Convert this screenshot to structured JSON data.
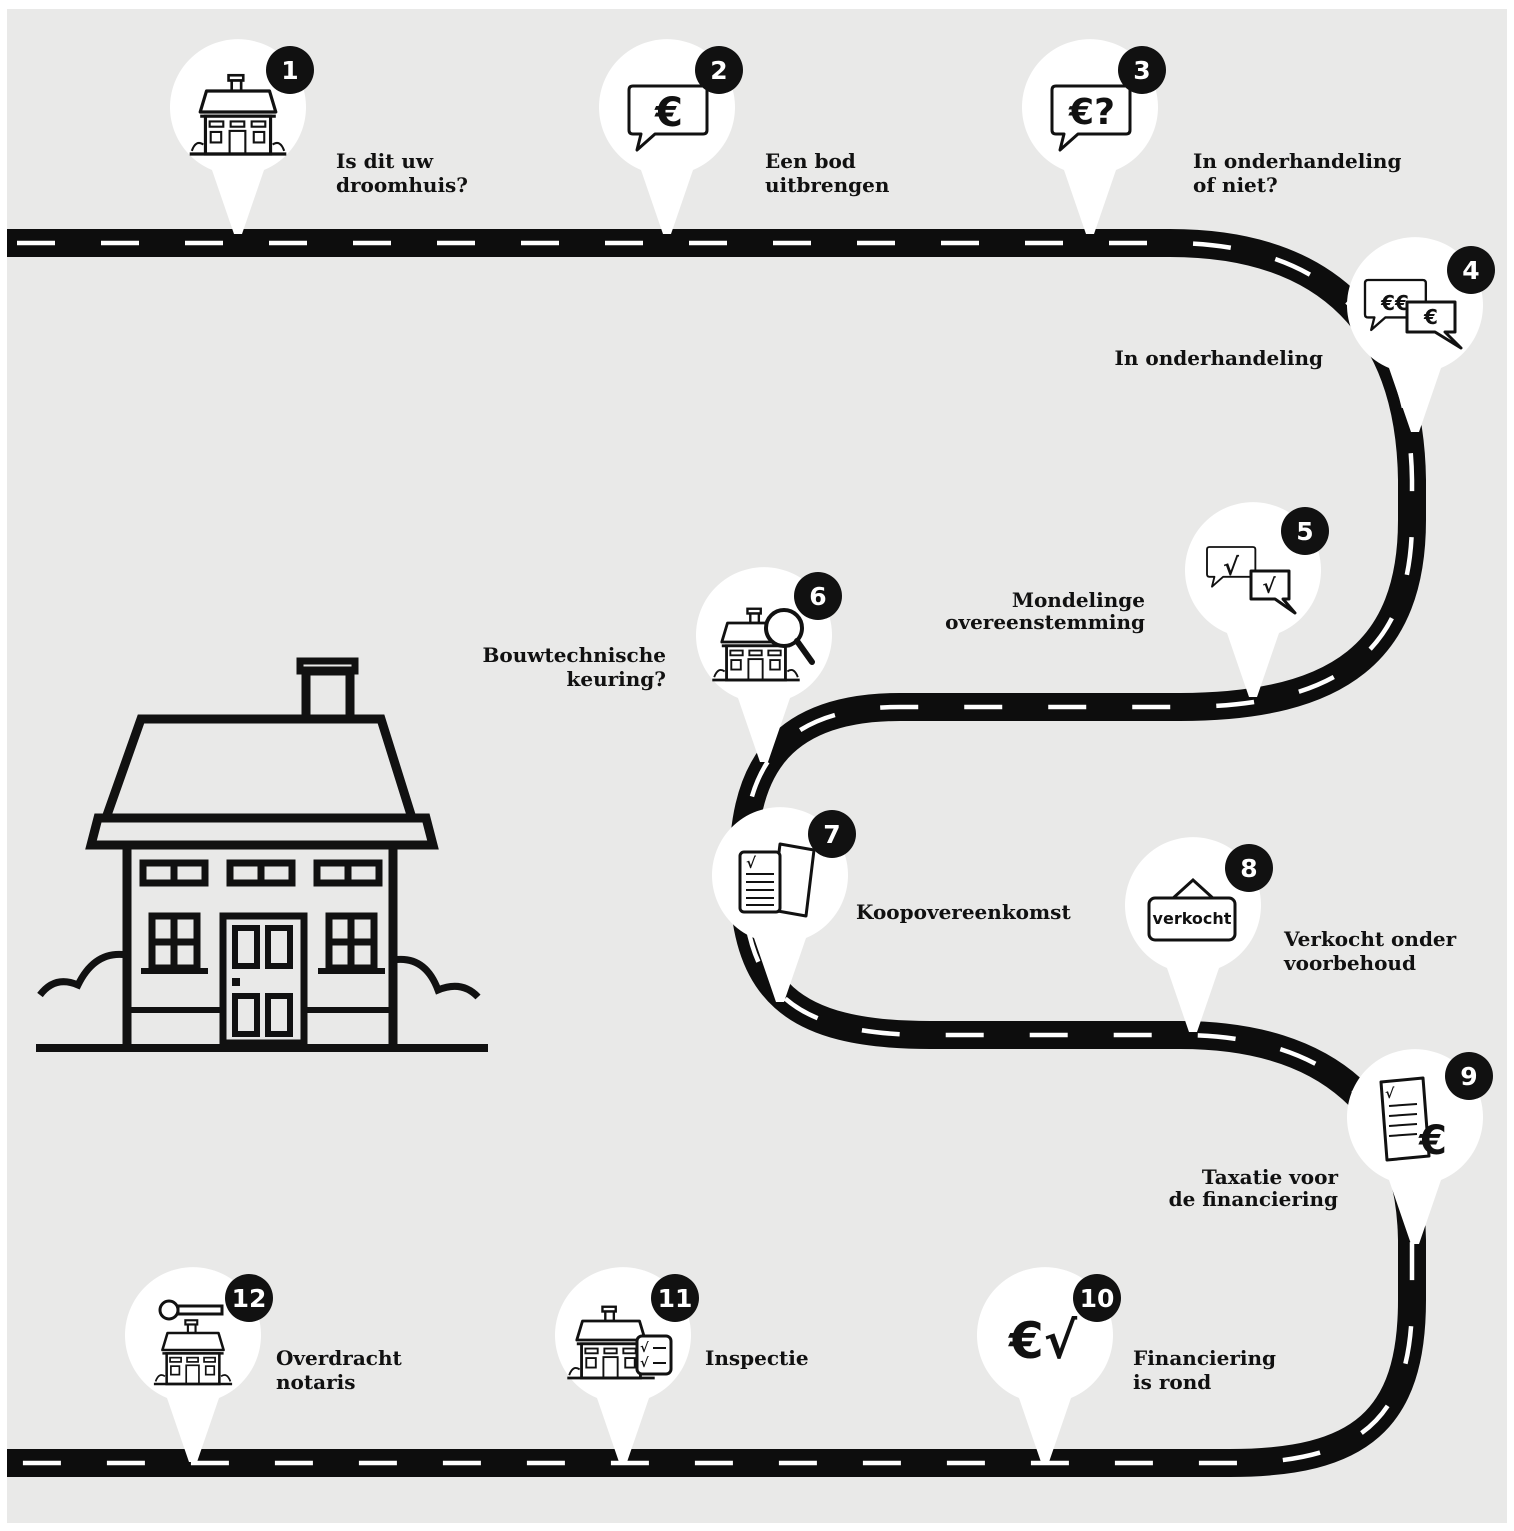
{
  "colors": {
    "background": "#e9e9e8",
    "road": "#0d0d0d",
    "road_dash": "#ffffff",
    "pin": "#ffffff",
    "badge": "#111111",
    "text": "#111111"
  },
  "steps": [
    {
      "number": "1",
      "lines": [
        "Is dit uw",
        "droomhuis?"
      ],
      "icon": "house-icon"
    },
    {
      "number": "2",
      "lines": [
        "Een bod",
        "uitbrengen"
      ],
      "icon": "euro-speech-bubble-icon"
    },
    {
      "number": "3",
      "lines": [
        "In onderhandeling",
        "of niet?"
      ],
      "icon": "euro-question-speech-bubble-icon"
    },
    {
      "number": "4",
      "lines": [
        "In onderhandeling"
      ],
      "icon": "euro-dialogue-bubbles-icon"
    },
    {
      "number": "5",
      "lines": [
        "Mondelinge",
        "overeenstemming"
      ],
      "icon": "checkmark-dialogue-bubbles-icon"
    },
    {
      "number": "6",
      "lines": [
        "Bouwtechnische",
        "keuring?"
      ],
      "icon": "house-magnifier-icon"
    },
    {
      "number": "7",
      "lines": [
        "Koopovereenkomst"
      ],
      "icon": "signed-documents-icon"
    },
    {
      "number": "8",
      "lines": [
        "Verkocht onder",
        "voorbehoud"
      ],
      "icon": "verkocht-sign-icon",
      "sign_text": "verkocht"
    },
    {
      "number": "9",
      "lines": [
        "Taxatie voor",
        "de financiering"
      ],
      "icon": "valuation-document-euro-icon"
    },
    {
      "number": "10",
      "lines": [
        "Financiering",
        "is rond"
      ],
      "icon": "euro-check-icon"
    },
    {
      "number": "11",
      "lines": [
        "Inspectie"
      ],
      "icon": "house-checklist-icon"
    },
    {
      "number": "12",
      "lines": [
        "Overdracht",
        "notaris"
      ],
      "icon": "house-key-icon"
    }
  ]
}
